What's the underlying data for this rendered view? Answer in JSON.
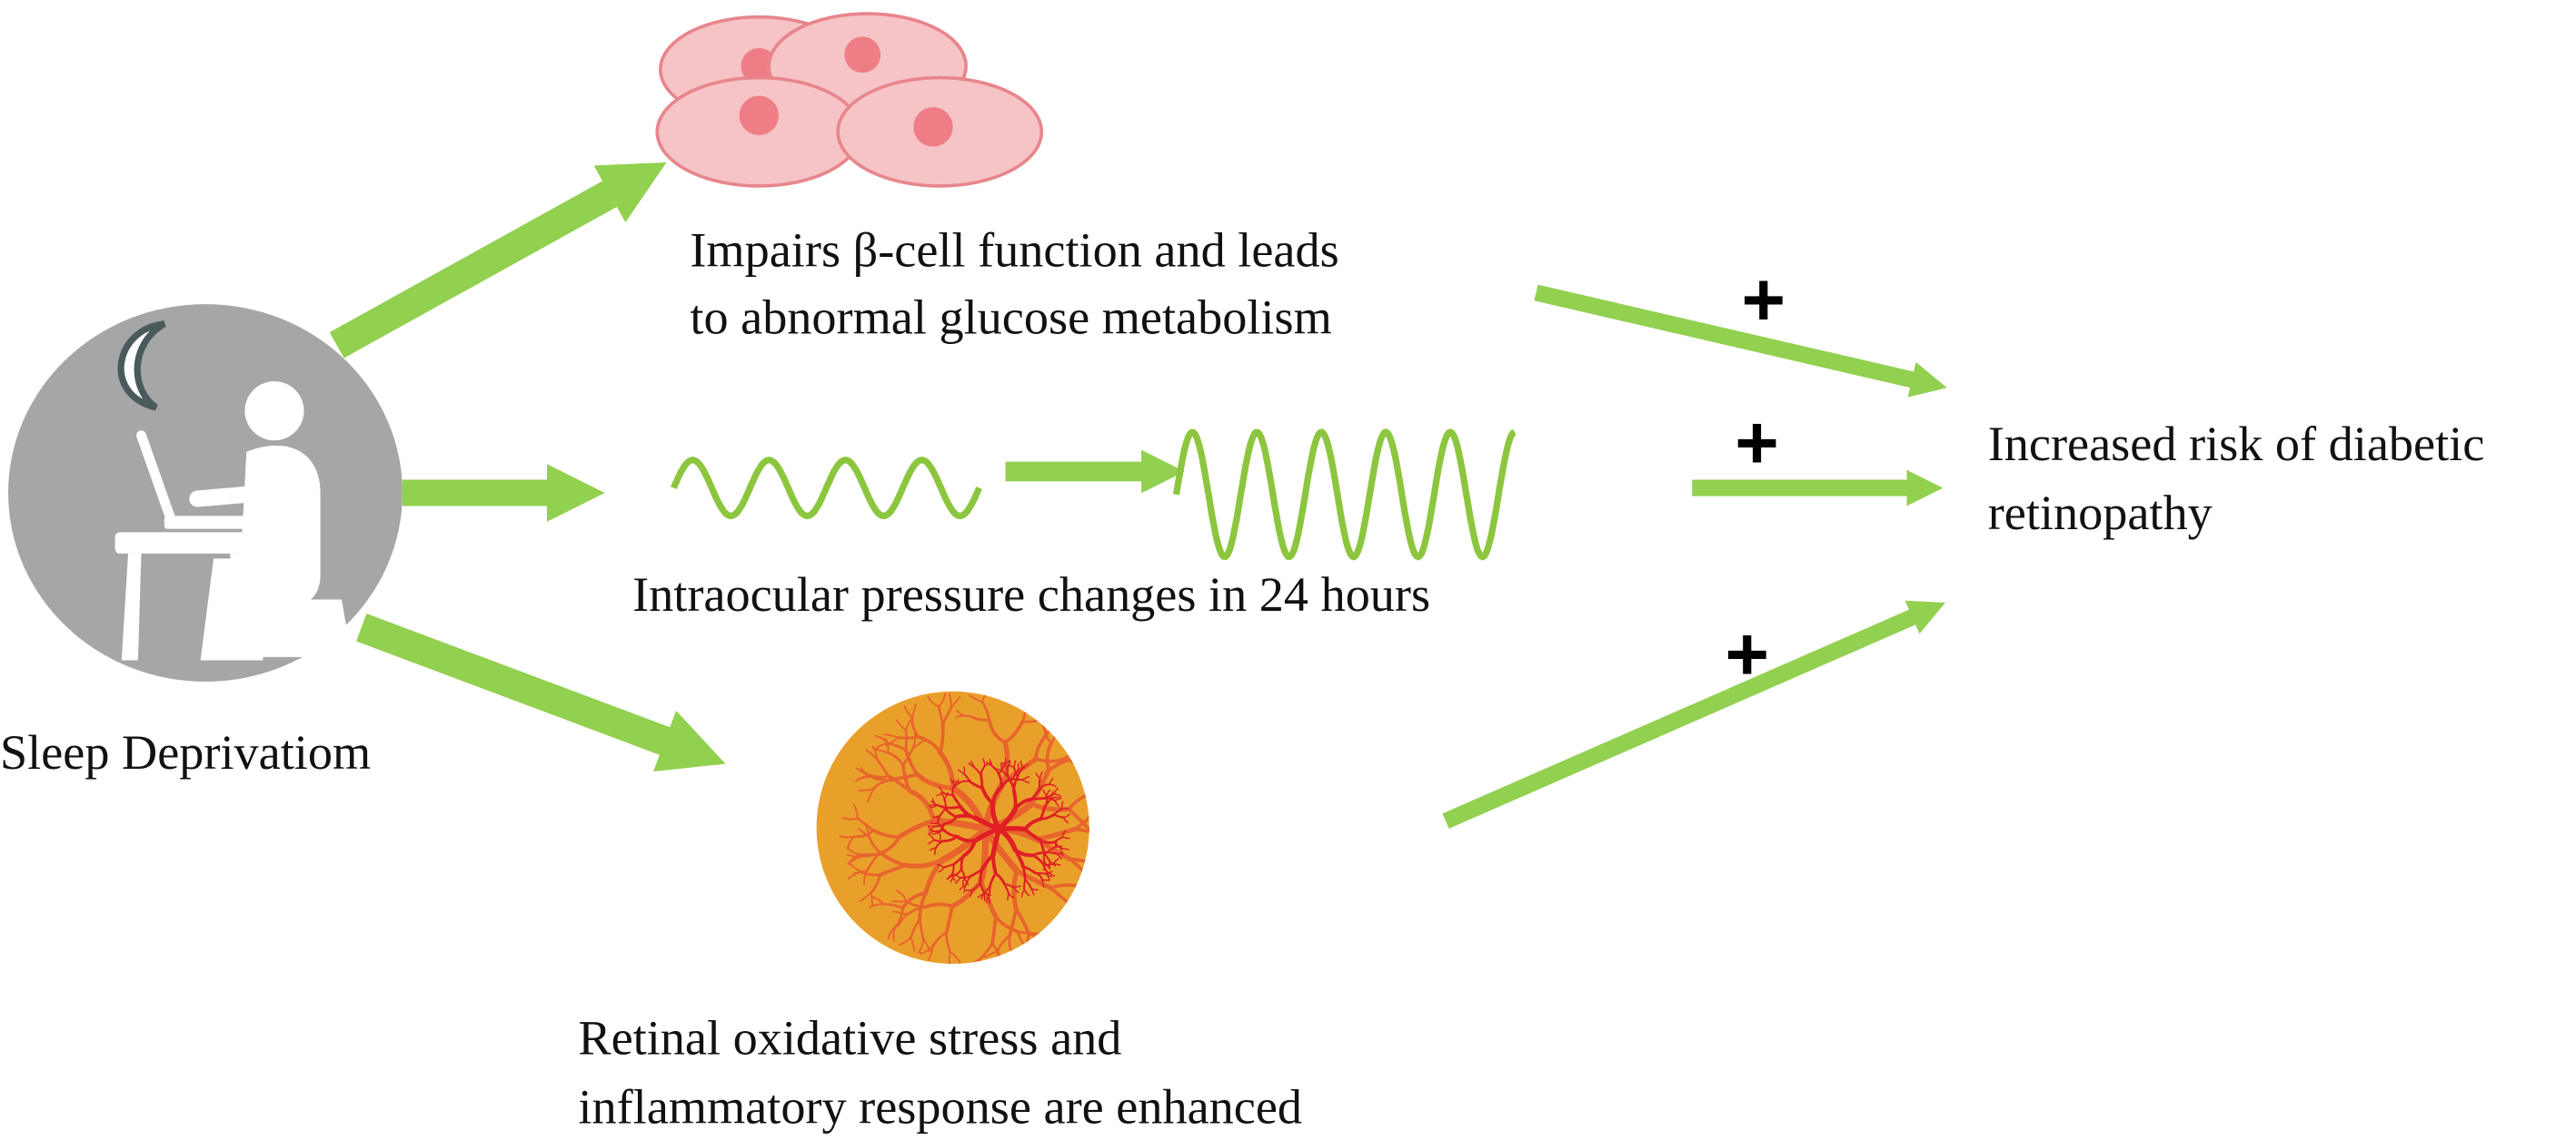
{
  "source": {
    "label": "Sleep Deprivatiom",
    "icon": "person-at-laptop-night-icon"
  },
  "pathways": [
    {
      "id": "beta-cell",
      "lines": [
        "Impairs β-cell function and leads",
        "to abnormal glucose metabolism"
      ],
      "icon": "pancreatic-cells-icon",
      "effect": "+"
    },
    {
      "id": "iop",
      "lines": [
        "Intraocular pressure changes in 24 hours"
      ],
      "icon": "pressure-wave-icon",
      "effect": "+"
    },
    {
      "id": "retina",
      "lines": [
        "Retinal oxidative stress and",
        "inflammatory response are enhanced"
      ],
      "icon": "retina-fundus-icon",
      "effect": "+"
    }
  ],
  "outcome": {
    "lines": [
      "Increased risk of diabetic",
      "retinopathy"
    ]
  },
  "colors": {
    "arrow": "#92d050",
    "wave": "#8cc63f",
    "circle": "#a6a6a6",
    "cell_fill": "#f6c3c6",
    "cell_stroke": "#e8858c",
    "nucleus": "#ef7d86",
    "retina": "#e9a02b",
    "vessel": "#e8642c",
    "vessel_dark": "#e01e24"
  }
}
